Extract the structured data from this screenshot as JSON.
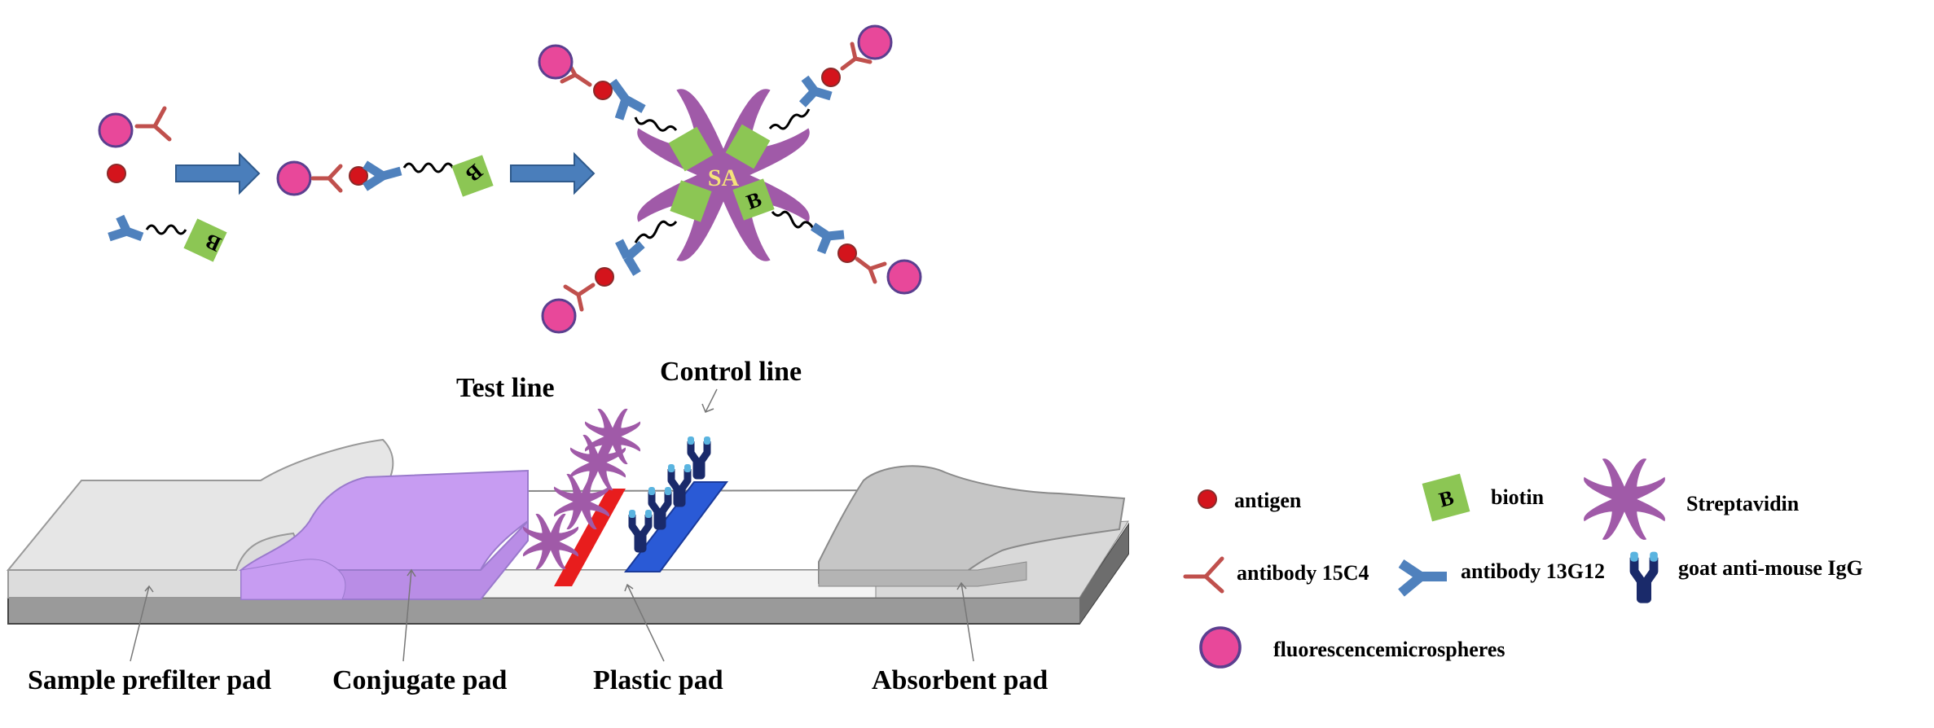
{
  "diagram": {
    "sa_label": "SA",
    "biotin_letter": "B",
    "strip_labels": {
      "test_line": "Test line",
      "control_line": "Control line",
      "sample_prefilter_pad": "Sample prefilter pad",
      "conjugate_pad": "Conjugate pad",
      "plastic_pad": "Plastic pad",
      "absorbent_pad": "Absorbent pad"
    },
    "legend": {
      "antigen": "antigen",
      "biotin": "biotin",
      "streptavidin": "Streptavidin",
      "antibody_15c4": "antibody 15C4",
      "antibody_13g12": "antibody 13G12",
      "goat_anti_mouse": "goat anti-mouse IgG",
      "microspheres": "fluorescencemicrospheres"
    },
    "colors": {
      "microsphere": "#e8489a",
      "antigen": "#d4141c",
      "antibody_15c4": "#c0504d",
      "antibody_13g12": "#4f81bd",
      "biotin": "#8cc654",
      "streptavidin": "#a05aa8",
      "arrow": "#4a7ebb",
      "conjugate_pad": "#c79cf2",
      "test_line": "#e81d1d",
      "control_line": "#2a5ad6",
      "goat_igg": "#1a2a6a"
    }
  }
}
